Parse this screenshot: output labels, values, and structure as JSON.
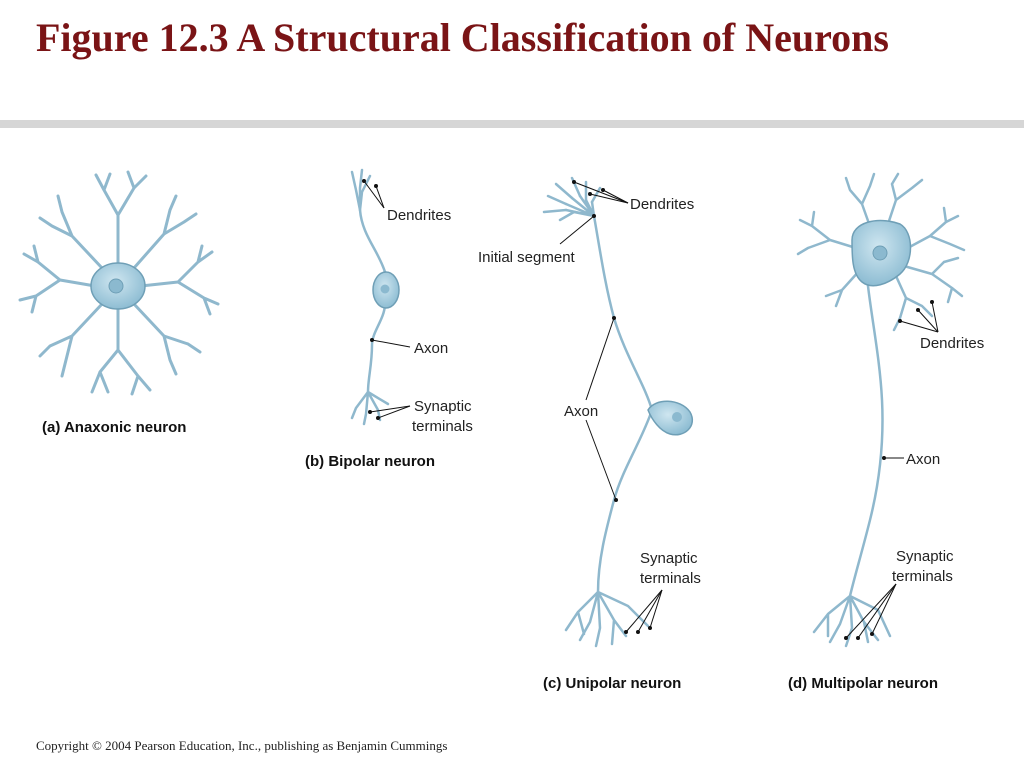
{
  "title": "Figure 12.3  A Structural Classification of Neurons",
  "footer": "Copyright © 2004 Pearson Education, Inc., publishing as Benjamin Cummings",
  "panels": {
    "a": {
      "caption": "(a) Anaxonic neuron"
    },
    "b": {
      "caption": "(b) Bipolar neuron",
      "labels": {
        "dendrites": "Dendrites",
        "axon": "Axon",
        "terminals_1": "Synaptic",
        "terminals_2": "terminals"
      }
    },
    "c": {
      "caption": "(c) Unipolar neuron",
      "labels": {
        "dendrites": "Dendrites",
        "initial_segment": "Initial segment",
        "axon": "Axon",
        "terminals_1": "Synaptic",
        "terminals_2": "terminals"
      }
    },
    "d": {
      "caption": "(d) Multipolar neuron",
      "labels": {
        "dendrites": "Dendrites",
        "axon": "Axon",
        "terminals_1": "Synaptic",
        "terminals_2": "terminals"
      }
    }
  },
  "colors": {
    "title": "#7a1416",
    "neuron_fill": "#a9cfe0",
    "neuron_stroke": "#6f9fb6",
    "nucleus": "#7fb0c8"
  }
}
